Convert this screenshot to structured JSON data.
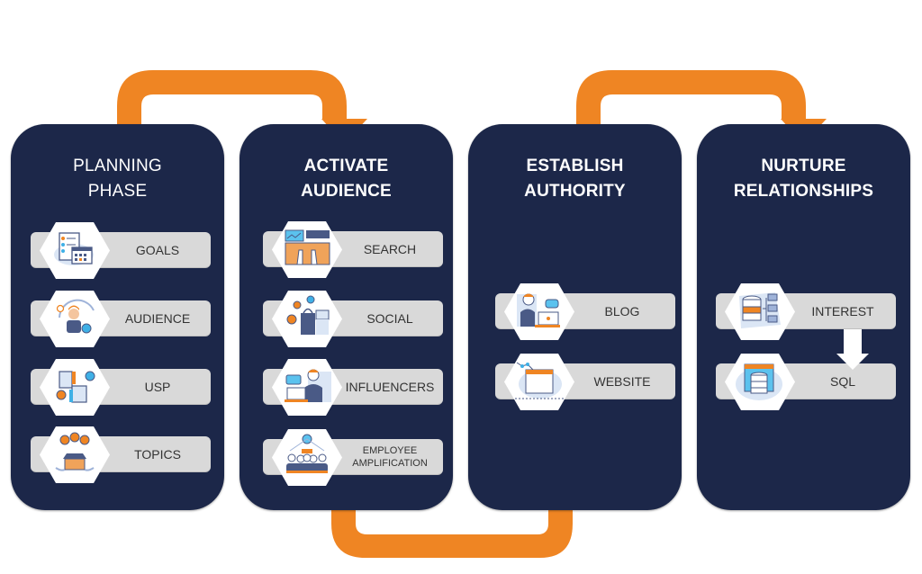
{
  "colors": {
    "panel": "#1c2749",
    "arrow": "#ef8523",
    "bar": "#d9d9d9",
    "label_text": "#333333",
    "title_text": "#ffffff"
  },
  "flow_arrows": [
    {
      "from": "planning-phase",
      "to": "activate-audience",
      "position": "top"
    },
    {
      "from": "activate-audience",
      "to": "establish-authority",
      "position": "bottom"
    },
    {
      "from": "establish-authority",
      "to": "nurture-relationships",
      "position": "top"
    }
  ],
  "panels": [
    {
      "title_line1": "PLANNING",
      "title_line2": "PHASE",
      "items": [
        {
          "label": "GOALS",
          "icon": "goals-calendar-icon"
        },
        {
          "label": "AUDIENCE",
          "icon": "audience-person-gear-icon"
        },
        {
          "label": "USP",
          "icon": "usp-thumbs-icon"
        },
        {
          "label": "TOPICS",
          "icon": "topics-box-question-icon"
        }
      ]
    },
    {
      "title_line1": "ACTIVATE",
      "title_line2": "AUDIENCE",
      "items": [
        {
          "label": "SEARCH",
          "icon": "search-keyboard-icon"
        },
        {
          "label": "SOCIAL",
          "icon": "social-shopping-bag-icon"
        },
        {
          "label": "INFLUENCERS",
          "icon": "influencer-laptop-icon"
        },
        {
          "label_line1": "EMPLOYEE",
          "label_line2": "AMPLIFICATION",
          "icon": "employee-network-icon"
        }
      ]
    },
    {
      "title_line1": "ESTABLISH",
      "title_line2": "AUTHORITY",
      "items": [
        {
          "label": "BLOG",
          "icon": "blog-laptop-icon"
        },
        {
          "label": "WEBSITE",
          "icon": "website-browser-icon"
        }
      ]
    },
    {
      "title_line1": "NURTURE",
      "title_line2": "RELATIONSHIPS",
      "items": [
        {
          "label": "INTEREST",
          "icon": "interest-database-icon"
        },
        {
          "label": "SQL",
          "icon": "sql-database-icon"
        }
      ],
      "inner_arrow": {
        "from": "INTEREST",
        "to": "SQL"
      }
    }
  ]
}
